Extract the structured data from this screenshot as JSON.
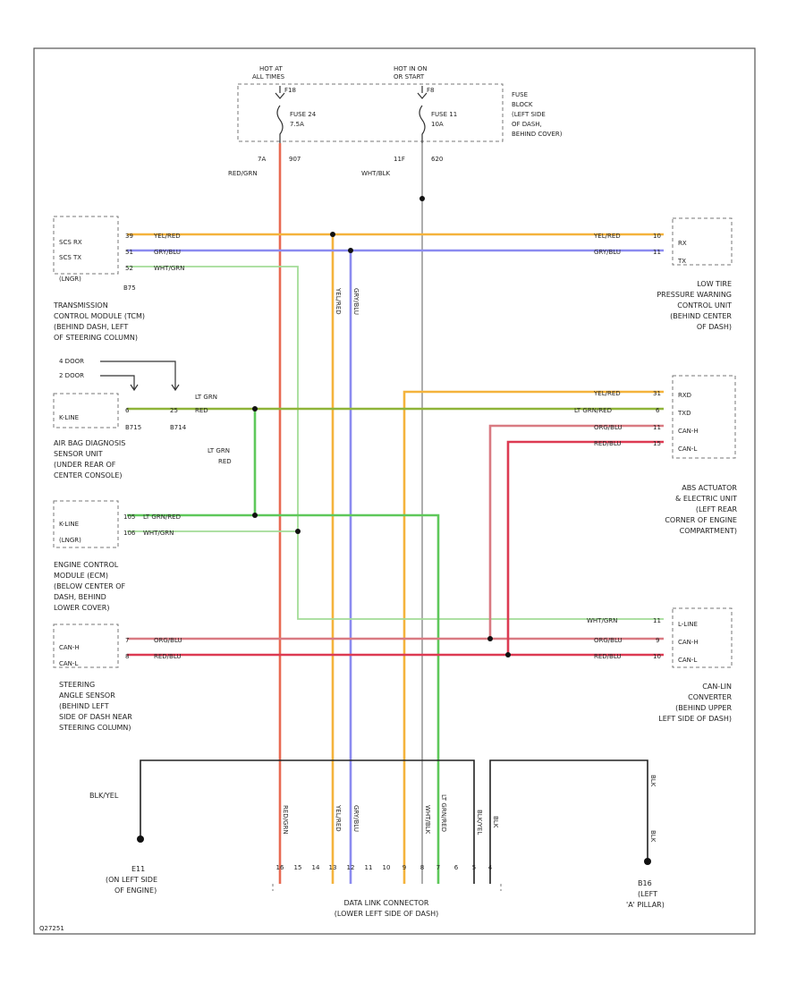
{
  "fuse_block": {
    "hot1": [
      "HOT AT",
      "ALL TIMES"
    ],
    "hot2": [
      "HOT IN ON",
      "OR START"
    ],
    "fuse1_pin": "F18",
    "fuse1": [
      "FUSE 24",
      "7.5A"
    ],
    "fuse2_pin": "F8",
    "fuse2": [
      "FUSE 11",
      "10A"
    ],
    "label": [
      "FUSE",
      "BLOCK",
      "(LEFT SIDE",
      "OF DASH,",
      "BEHIND COVER)"
    ],
    "w1": [
      "7A",
      "907",
      "RED/GRN"
    ],
    "w2": [
      "11F",
      "620",
      "WHT/BLK"
    ]
  },
  "tcm": {
    "pins": [
      "SCS RX",
      "SCS TX",
      "(LNGR)"
    ],
    "pin_nums": [
      "39",
      "51",
      "52"
    ],
    "wires": [
      "YEL/RED",
      "GRY/BLU",
      "WHT/GRN"
    ],
    "connector": "B75",
    "label": [
      "TRANSMISSION",
      "CONTROL MODULE (TCM)",
      "(BEHIND DASH, LEFT",
      "OF STEERING COLUMN)"
    ]
  },
  "ltp": {
    "pins": [
      "RX",
      "TX"
    ],
    "pin_nums": [
      "10",
      "11"
    ],
    "wires": [
      "YEL/RED",
      "GRY/BLU"
    ],
    "label": [
      "LOW TIRE",
      "PRESSURE WARNING",
      "CONTROL UNIT",
      "(BEHIND CENTER",
      "OF DASH)"
    ]
  },
  "door": {
    "a": "4 DOOR",
    "b": "2 DOOR"
  },
  "airbag": {
    "pin": "K-LINE",
    "pin_nums": [
      "6",
      "25"
    ],
    "wire": "LT GRN",
    "wire2": "RED",
    "connectors": [
      "B715",
      "B714"
    ],
    "label": [
      "AIR BAG DIAGNOSIS",
      "SENSOR UNIT",
      "(UNDER REAR OF",
      "CENTER CONSOLE)"
    ]
  },
  "ltgrn_red": [
    "LT GRN",
    "RED"
  ],
  "abs": {
    "pins": [
      "RXD",
      "TXD",
      "CAN-H",
      "CAN-L"
    ],
    "pin_nums": [
      "31",
      "6",
      "11",
      "15"
    ],
    "wires": [
      "YEL/RED",
      "LT GRN/RED",
      "ORG/BLU",
      "RED/BLU"
    ],
    "label": [
      "ABS ACTUATOR",
      "& ELECTRIC UNIT",
      "(LEFT REAR",
      "CORNER OF ENGINE",
      "COMPARTMENT)"
    ]
  },
  "ecm": {
    "pins": [
      "K-LINE",
      "(LNGR)"
    ],
    "pin_nums": [
      "105",
      "106"
    ],
    "wires": [
      "LT GRN/RED",
      "WHT/GRN"
    ],
    "label": [
      "ENGINE CONTROL",
      "MODULE (ECM)",
      "(BELOW CENTER OF",
      "DASH, BEHIND",
      "LOWER COVER)"
    ]
  },
  "sas": {
    "pins": [
      "CAN-H",
      "CAN-L"
    ],
    "pin_nums": [
      "7",
      "8"
    ],
    "wires": [
      "ORG/BLU",
      "RED/BLU"
    ],
    "label": [
      "STEERING",
      "ANGLE SENSOR",
      "(BEHIND LEFT",
      "SIDE OF DASH NEAR",
      "STEERING COLUMN)"
    ]
  },
  "conv": {
    "pins": [
      "L-LINE",
      "CAN-H",
      "CAN-L"
    ],
    "pin_nums": [
      "11",
      "9",
      "10"
    ],
    "wires": [
      "WHT/GRN",
      "ORG/BLU",
      "RED/BLU"
    ],
    "label": [
      "CAN-LIN",
      "CONVERTER",
      "(BEHIND UPPER",
      "LEFT SIDE OF DASH)"
    ]
  },
  "dlc": {
    "wire_labels": [
      "RED/GRN",
      "YEL/RED",
      "GRY/BLU",
      "WHT/BLK",
      "LT GRN/RED",
      "BLK/YEL",
      "BLK"
    ],
    "pins": [
      "16",
      "15",
      "14",
      "13",
      "12",
      "11",
      "10",
      "9",
      "8",
      "7",
      "6",
      "5",
      "4"
    ],
    "label": [
      "DATA LINK CONNECTOR",
      "(LOWER LEFT SIDE OF DASH)"
    ]
  },
  "ground1": {
    "wire": "BLK/YEL",
    "id": "E11",
    "label": [
      "(ON LEFT SIDE",
      "OF ENGINE)"
    ]
  },
  "ground2": {
    "wire": "BLK",
    "wire2": "BLK",
    "id": "B16",
    "label": [
      "(LEFT",
      "'A' PILLAR)"
    ]
  },
  "footer": "Q27251",
  "colors": {
    "red_grn": "#e86a52",
    "yel_red": "#f4b33c",
    "gry_blu": "#8b8bf0",
    "wht_blk": "#9a9a9a",
    "wht_grn": "#a3dc97",
    "lt_grn_red": "#8fb438",
    "lt_grn": "#5ec85a",
    "org_blu": "#d97a82",
    "red_blu": "#dd3a52"
  }
}
